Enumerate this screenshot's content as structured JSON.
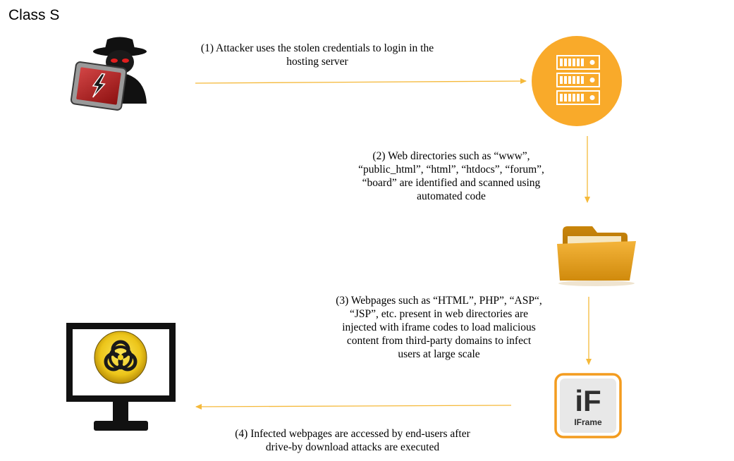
{
  "diagram": {
    "title": "Class S",
    "steps": [
      {
        "id": 1,
        "lines": [
          "(1) Attacker uses the stolen credentials to login in the",
          "hosting server"
        ]
      },
      {
        "id": 2,
        "lines": [
          "(2) Web directories such as “www”,",
          "“public_html”, “html”, “htdocs”, “forum”,",
          "“board” are identified and scanned using",
          "automated code"
        ]
      },
      {
        "id": 3,
        "lines": [
          "(3) Webpages such as “HTML”, PHP”, “ASP“,",
          "“JSP”, etc. present in web directories  are",
          "injected with iframe codes to load malicious",
          "content from third-party domains to infect",
          "users at large scale"
        ]
      },
      {
        "id": 4,
        "lines": [
          "(4) Infected webpages are accessed by end-users after",
          "drive-by download attacks are executed"
        ]
      }
    ],
    "iframe_icon": {
      "logo_text": "iF",
      "caption": "IFrame"
    },
    "colors": {
      "arrow": "#f5b93a",
      "server_circle": "#f9aa2a",
      "folder": "#d7960f",
      "iframe_border": "#f39c1f",
      "monitor": "#111111",
      "biohazard_bg": "#f2d321"
    },
    "icons": [
      "hacker-icon",
      "server-icon",
      "folder-icon",
      "iframe-icon",
      "infected-monitor-icon"
    ]
  }
}
